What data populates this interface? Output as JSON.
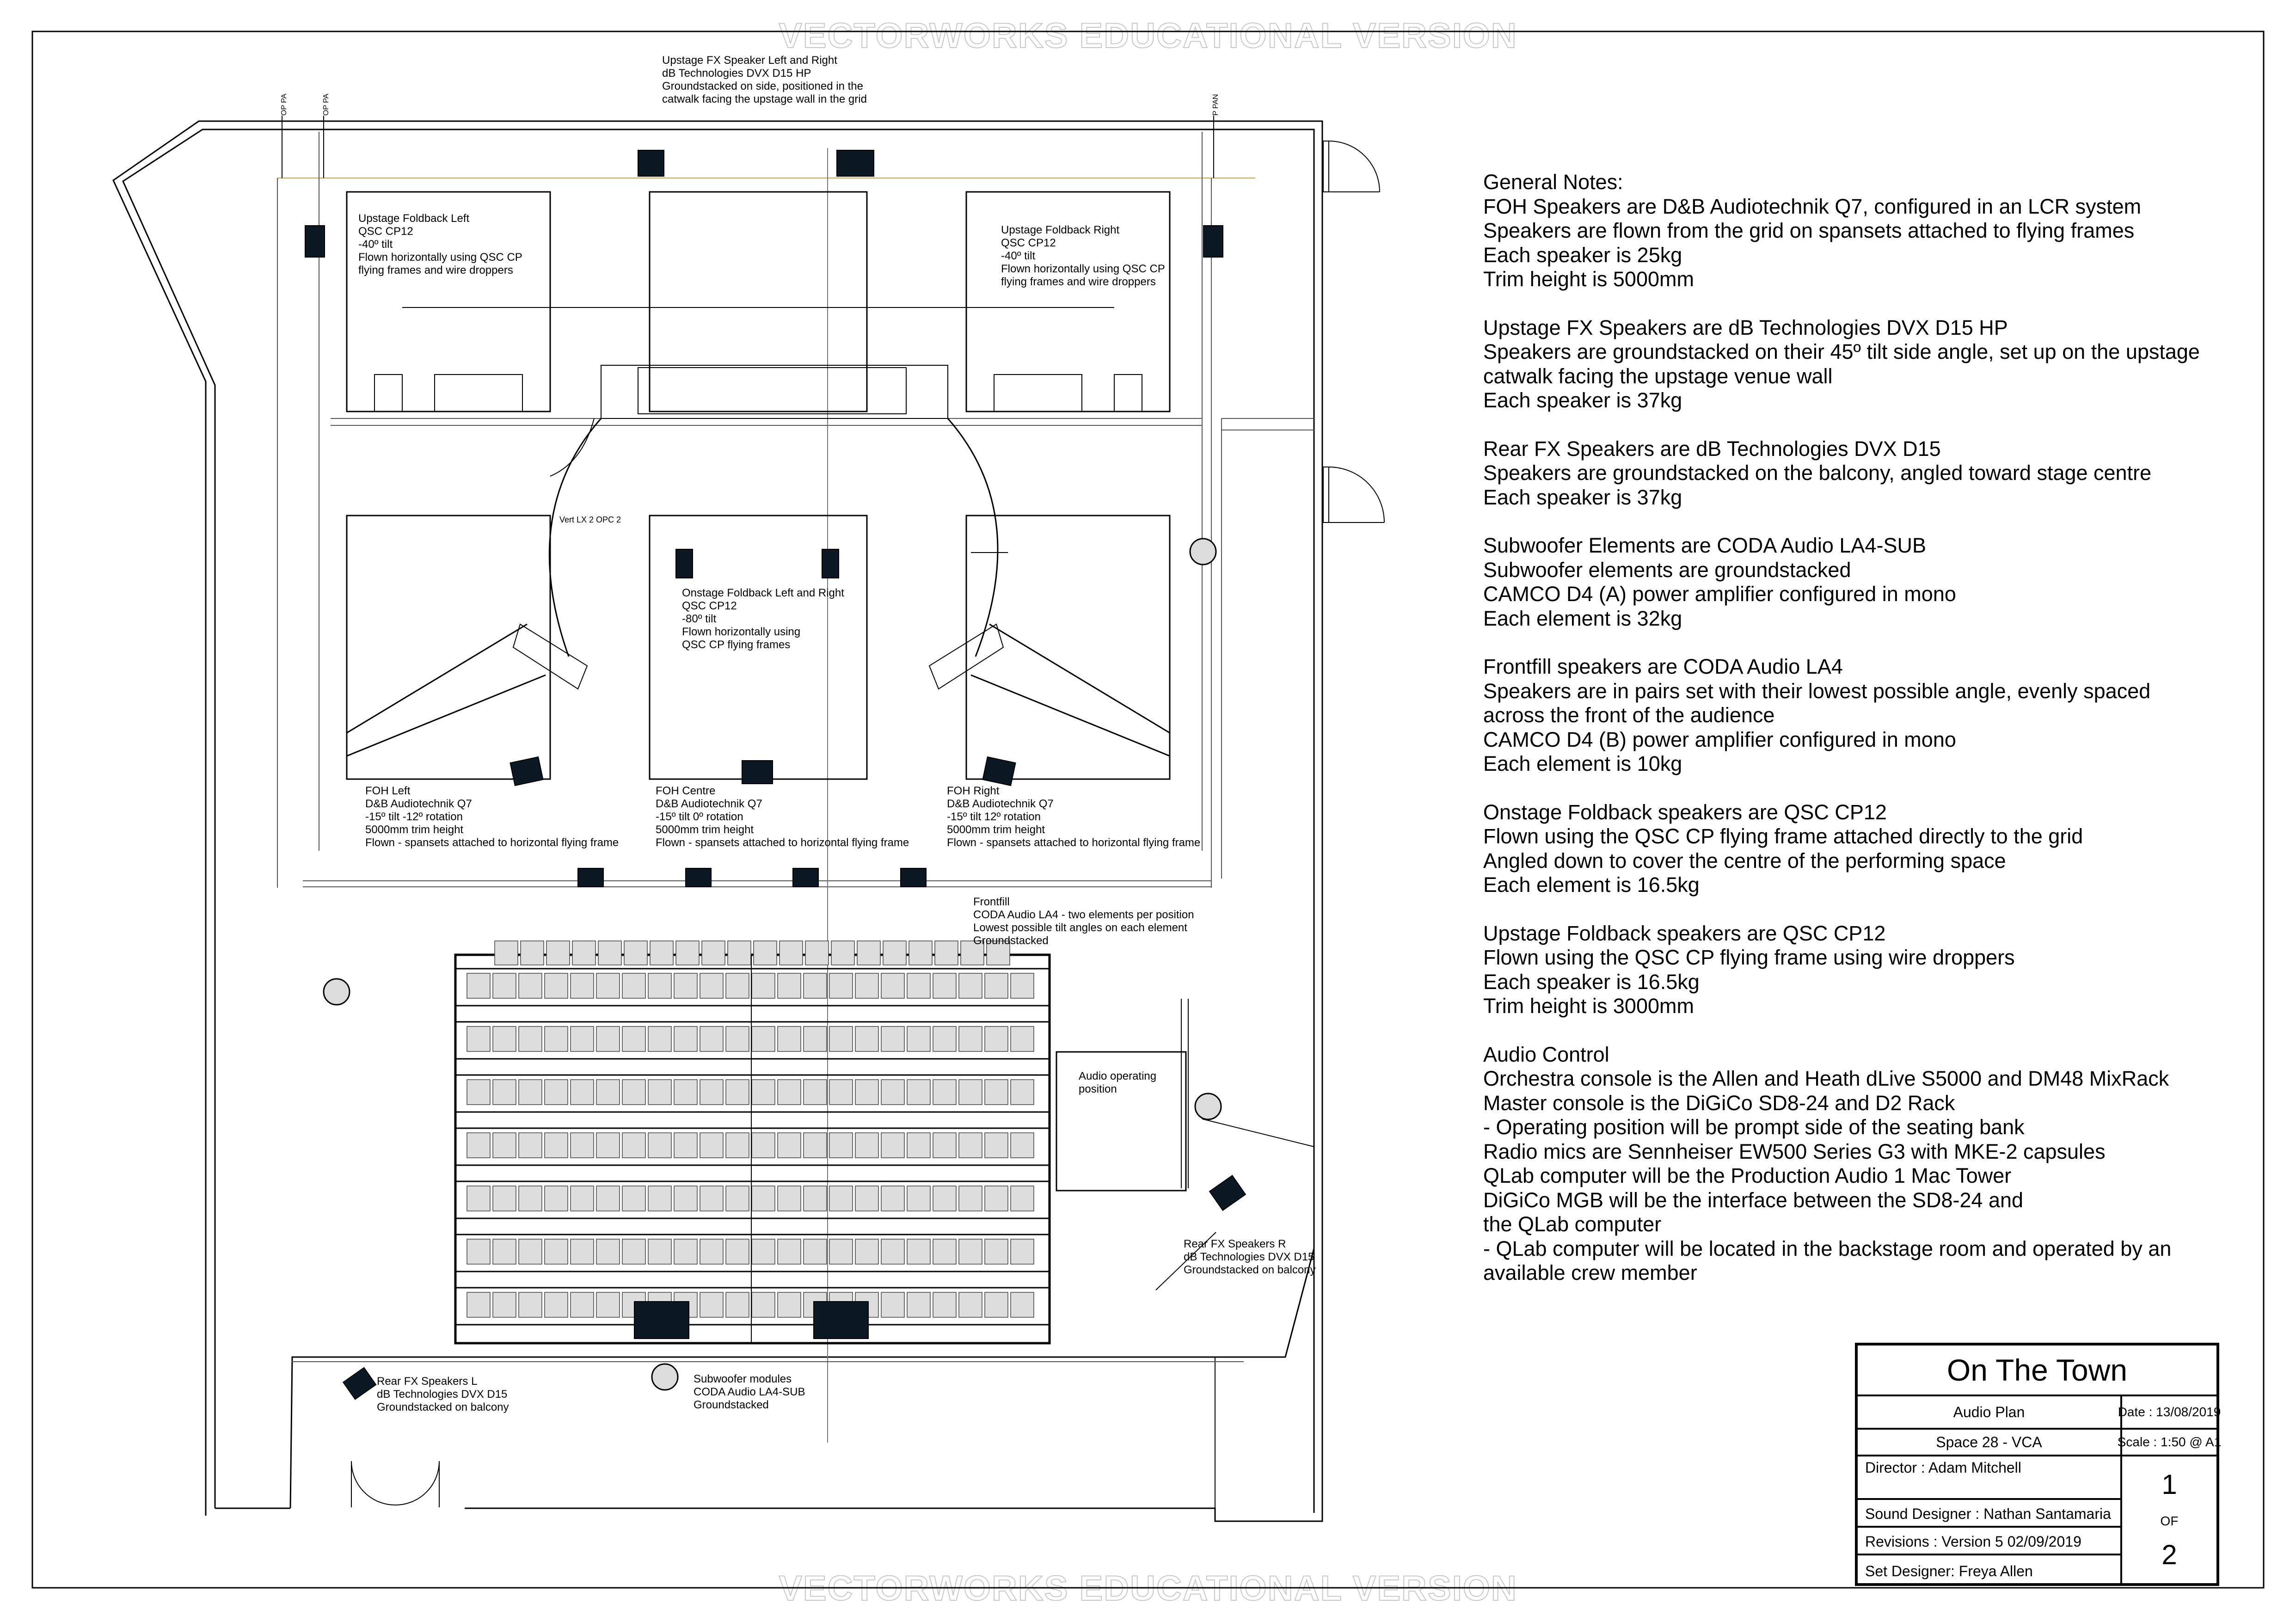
{
  "watermark": "VECTORWORKS EDUCATIONAL VERSION",
  "plan": {
    "labels": {
      "op_pa_1": "OP PA",
      "op_pa_2": "OP PA",
      "p_pan": "P PAN",
      "vert_lx": "Vert LX 2 OPC 2",
      "audio_operating_position": [
        "Audio operating",
        "position"
      ]
    },
    "callouts": {
      "upstage_fx": [
        "Upstage FX Speaker Left and Right",
        "dB Technologies DVX D15 HP",
        "Groundstacked on side, positioned in the",
        "catwalk facing the upstage wall in the grid"
      ],
      "upstage_fb_left": [
        "Upstage Foldback Left",
        "QSC CP12",
        "-40º tilt",
        "Flown horizontally using QSC CP",
        "flying frames and wire droppers"
      ],
      "upstage_fb_right": [
        "Upstage Foldback Right",
        "QSC CP12",
        "-40º tilt",
        "Flown horizontally using QSC CP",
        "flying frames and wire droppers"
      ],
      "onstage_fb": [
        "Onstage Foldback Left and Right",
        "QSC CP12",
        "-80º tilt",
        "Flown horizontally using",
        "QSC CP flying frames"
      ],
      "foh_left": [
        "FOH Left",
        "D&B Audiotechnik Q7",
        "-15º tilt          -12º rotation",
        "5000mm trim height",
        "Flown - spansets attached to horizontal flying frame"
      ],
      "foh_centre": [
        "FOH Centre",
        "D&B Audiotechnik Q7",
        "-15º tilt          0º rotation",
        "5000mm trim height",
        "Flown - spansets attached to horizontal flying frame"
      ],
      "foh_right": [
        "FOH Right",
        "D&B Audiotechnik Q7",
        "-15º tilt          12º rotation",
        "5000mm trim height",
        "Flown - spansets attached to horizontal flying frame"
      ],
      "frontfill": [
        "Frontfill",
        "CODA Audio LA4 - two elements per position",
        "Lowest possible tilt angles on each element",
        "          Groundstacked"
      ],
      "rear_fx_r": [
        "Rear FX Speakers R",
        "dB Technologies DVX D15",
        "Groundstacked on balcony"
      ],
      "rear_fx_l": [
        "Rear FX Speakers L",
        "dB Technologies DVX D15",
        "Groundstacked on balcony"
      ],
      "subwoofer": [
        "Subwoofer modules",
        "CODA Audio LA4-SUB",
        "Groundstacked"
      ]
    }
  },
  "notes": [
    [
      "General Notes:",
      "FOH Speakers are D&B Audiotechnik Q7, configured in an LCR system",
      "Speakers are flown from the grid on spansets attached to flying frames",
      "Each speaker is 25kg",
      "Trim height is 5000mm"
    ],
    [
      "Upstage FX Speakers are dB Technologies DVX D15 HP",
      "Speakers are groundstacked on their 45º tilt side angle, set up on the upstage",
      "catwalk facing the upstage venue wall",
      "Each speaker is 37kg"
    ],
    [
      "Rear FX Speakers are dB Technologies DVX D15",
      "Speakers are groundstacked on the balcony, angled toward stage centre",
      "Each speaker is 37kg"
    ],
    [
      "Subwoofer Elements are CODA Audio LA4-SUB",
      "Subwoofer elements are groundstacked",
      "CAMCO D4 (A) power amplifier configured in mono",
      "Each element is 32kg"
    ],
    [
      "Frontfill speakers are CODA Audio LA4",
      "Speakers are in pairs set with their lowest possible angle, evenly spaced",
      "across the front of the audience",
      "CAMCO D4 (B) power amplifier configured in mono",
      "Each element is 10kg"
    ],
    [
      "Onstage Foldback speakers are QSC CP12",
      "Flown using the QSC CP flying frame attached directly to the grid",
      "Angled down to cover the centre of the performing space",
      "Each element is 16.5kg"
    ],
    [
      "Upstage Foldback speakers are QSC CP12",
      "Flown using the QSC CP flying frame using wire droppers",
      "Each speaker is 16.5kg",
      "Trim height is 3000mm"
    ],
    [
      "Audio Control",
      "Orchestra console is the Allen and Heath dLive S5000 and DM48 MixRack",
      "Master console is the DiGiCo SD8-24 and D2 Rack",
      "- Operating position will be prompt side of the seating bank",
      "Radio mics are Sennheiser EW500 Series G3 with MKE-2 capsules",
      "QLab computer will be the Production Audio 1 Mac Tower",
      "DiGiCo MGB will be the interface between the SD8-24 and",
      "the QLab computer",
      "- QLab computer will be located in the backstage room and operated by an",
      "available crew member"
    ]
  ],
  "title_block": {
    "show_title": "On The Town",
    "drawing": "Audio Plan",
    "venue": "Space 28 - VCA",
    "date": "Date : 13/08/2019",
    "scale": "Scale : 1:50 @ A1",
    "director": "Director :  Adam Mitchell",
    "sound_designer": "Sound Designer : Nathan Santamaria",
    "revisions": "Revisions :  Version 5 02/09/2019",
    "set_designer": "Set Designer:    Freya Allen",
    "sheet_number": "1",
    "of_label": "OF",
    "sheet_total": "2"
  }
}
